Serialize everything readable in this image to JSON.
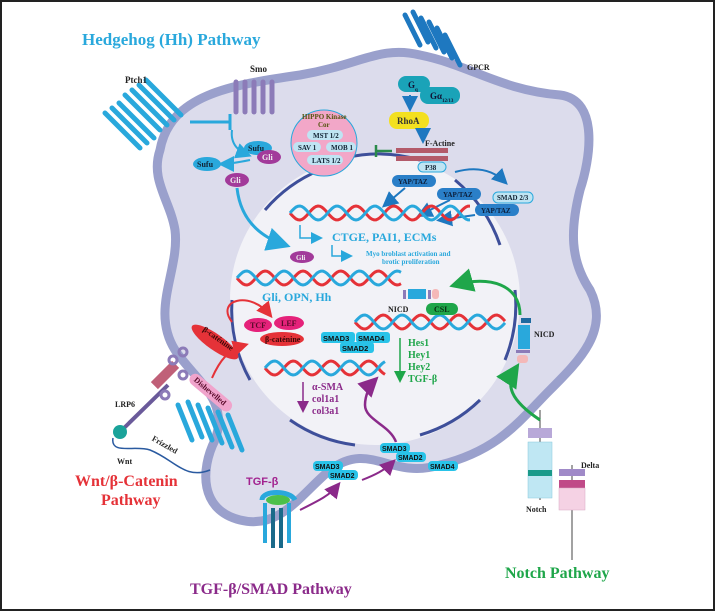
{
  "pathways": {
    "hedgehog": {
      "title": "Hedgehog (Hh) Pathway",
      "color": "#29a8dc"
    },
    "wnt": {
      "title_line1": "Wnt/β-Catenin",
      "title_line2": "Pathway",
      "color": "#e53238"
    },
    "tgf": {
      "title": "TGF-β/SMAD Pathway",
      "color": "#8b2a8a"
    },
    "notch": {
      "title": "Notch Pathway",
      "color": "#1fa64a"
    }
  },
  "hedgehog": {
    "ptch1": "Ptch1",
    "smo": "Smo",
    "sufu_bound": "Sufu",
    "gli_bound": "Gli",
    "sufu_free": "Sufu",
    "gli_free": "Gli",
    "gli_nuclear": "Gli",
    "targets": "Gli, OPN, Hh"
  },
  "hippo": {
    "title_line1": "HIPPO Kinase",
    "title_line2": "Cor",
    "mst": "MST 1/2",
    "sav": "SAV 1",
    "mob": "MOB 1",
    "lats": "LATS 1/2"
  },
  "gpcr": {
    "label": "GPCR",
    "gq": "G",
    "gq_sub": "q",
    "ga": "Gα",
    "ga_sub": "12/13",
    "rhoa": "RhoA",
    "factine": "F-Actine",
    "p38": "P38",
    "yap1": "YAP/TAZ",
    "yap2": "YAP/TAZ",
    "yap3": "YAP/TAZ",
    "smad23": "SMAD 2/3"
  },
  "nucleus": {
    "targets_yap": "CTGE, PAI1, ECMs",
    "myo_line1": "Myo  broblast activation and",
    "myo_line2": "brotic proliferation"
  },
  "wnt": {
    "lrp6": "LRP6",
    "wnt": "Wnt",
    "frizzled": "Frizzled",
    "dishevelled": "Dishevelled",
    "bcat_cyto": "β-caténine",
    "tcf": "TCF",
    "lef": "LEF",
    "bcat_nuc": "β-caténine"
  },
  "tgf": {
    "ligand": "TGF-β",
    "smad3_a": "SMAD3",
    "smad2_a": "SMAD2",
    "smad3_b": "SMAD3",
    "smad2_b": "SMAD2",
    "smad4_b": "SMAD4",
    "smad3_n": "SMAD3",
    "smad4_n": "SMAD4",
    "smad2_n": "SMAD2",
    "targets": [
      "α-SMA",
      "col1a1",
      "col3a1"
    ]
  },
  "notch": {
    "nicd_cyto": "NICD",
    "nicd_nuc": "NICD",
    "csl": "CSL",
    "notch": "Notch",
    "delta": "Delta",
    "targets": [
      "Hes1",
      "Hey1",
      "Hey2",
      "TGF-β"
    ]
  },
  "colors": {
    "cell_fill": "#dcdcec",
    "membrane": "#9aa0cc",
    "nucleus_fill": "#f2f2f7",
    "nuclear_envelope": "#3e4f9a"
  }
}
